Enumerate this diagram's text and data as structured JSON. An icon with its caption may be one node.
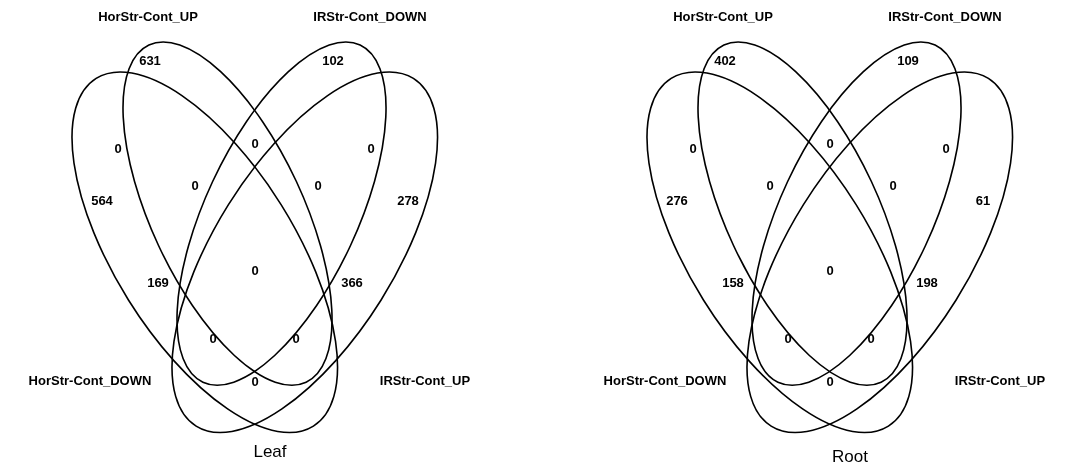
{
  "diagram": {
    "nodes": [
      {
        "text": [
          "HorStr-Cont_UP"
        ]
      },
      {
        "text": [
          "IRStr-Cont_DOWN"
        ]
      },
      {
        "text": [
          "HorStr-Cont_DOWN"
        ]
      },
      {
        "text": [
          "IRStr-Cont_UP"
        ]
      },
      {
        "text": [
          "HorStr-Cont_UP"
        ]
      },
      {
        "text": [
          "IRStr-Cont_DOWN"
        ]
      },
      {
        "text": [
          "HorStr-Cont_DOWN"
        ]
      },
      {
        "text": [
          "IRStr-Cont_UP"
        ]
      }
    ],
    "labels": [
      "631",
      "102",
      "0",
      "0",
      "0",
      "564",
      "0",
      "0",
      "278",
      "169",
      "0",
      "366",
      "0",
      "0",
      "0",
      "402",
      "109",
      "0",
      "0",
      "0",
      "276",
      "0",
      "0",
      "61",
      "158",
      "0",
      "198",
      "0",
      "0",
      "0",
      "Leaf",
      "Root"
    ]
  }
}
